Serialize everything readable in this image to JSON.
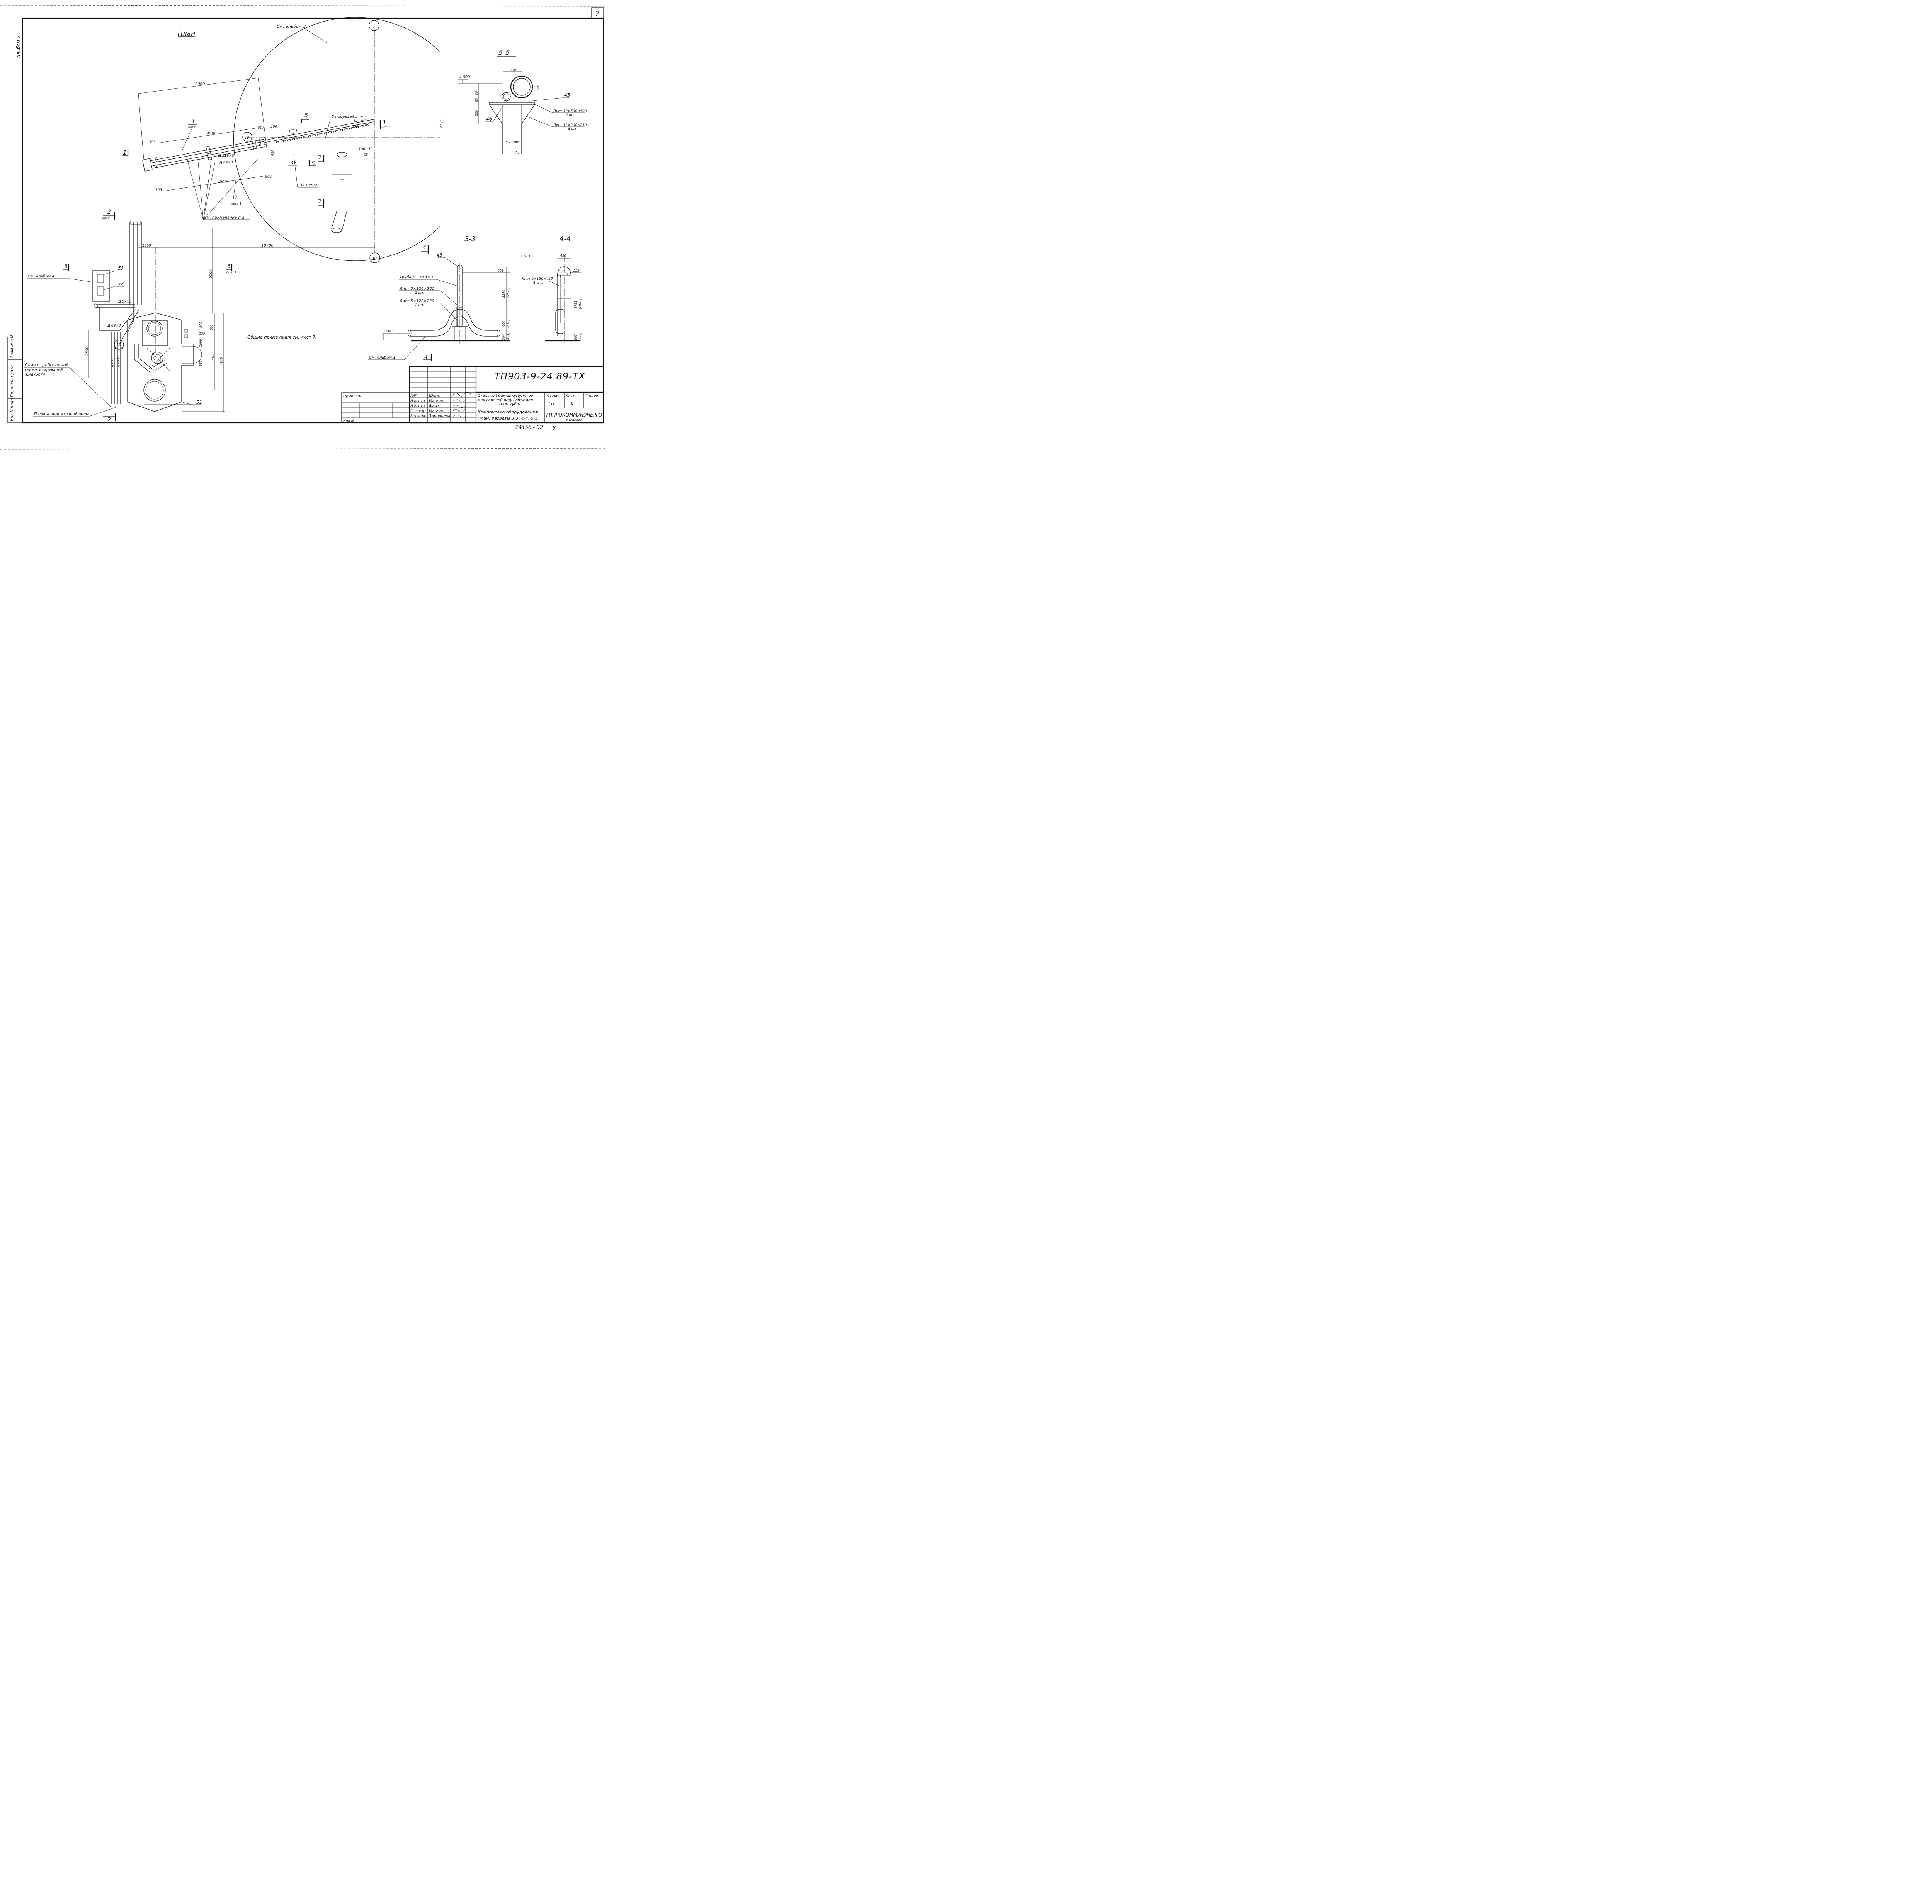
{
  "sheet": {
    "number": "7",
    "album_side": "Альбом 2",
    "colors": {
      "ink": "#111111",
      "paper": "#ffffff"
    }
  },
  "plan": {
    "title": "План",
    "see_album3": "См. альбом 3",
    "note_ref": "См. примечание п.2",
    "general_note": "Общие примечания см. лист 7.",
    "slots_label": "5 прорезей",
    "slits_label": "34 щели",
    "pipe_219": "Д 219×6",
    "pipe_89": "Д 89×3",
    "dims": {
      "d6000": "6000",
      "d4900a": "4900",
      "d4900b": "4900",
      "d593": "593",
      "d595": "595",
      "d507": "507",
      "d300": "300",
      "d505": "505",
      "d600": "600",
      "d450": "450",
      "d20": "20",
      "d800": "800",
      "d50": "50",
      "d100": "100",
      "d30": "30",
      "d15": "15"
    },
    "markers": {
      "m1_left": "1",
      "m1_right": "1",
      "m1_right_sheet": "лист 3",
      "m1_label": "1",
      "m1_sheet": "лист 1",
      "m2_label": "2",
      "m2_sheet": "лист 1",
      "m5a": "5",
      "m5b": "5",
      "m3a": "3",
      "m3b": "3",
      "m42": "42"
    },
    "axes": {
      "a1": "I",
      "a3": "III",
      "a4": "IV"
    }
  },
  "lower_plan": {
    "see_album4": "См. альбом 4",
    "drain_label_1": "Слив отработанной",
    "drain_label_2": "герметизирующей",
    "drain_label_3": "жидкости",
    "feed_label": "Подвод подпиточной воды",
    "pipe_57": "Д 57×3",
    "pipe_89a": "Д 89×3",
    "pipe_89b": "Д 89×3",
    "pipe_89c": "Д 89×3",
    "dims": {
      "d1050": "1050",
      "d10700": "10700",
      "d5000": "5000",
      "d2500": "2500",
      "d500": "500",
      "d250": "250",
      "d600": "600",
      "d1000": "1000",
      "d880": "880",
      "d2870": "2870",
      "d4840": "4840"
    },
    "markers": {
      "m2_top": "2",
      "m2_top_sheet": "лист 5",
      "m6_left": "6",
      "m6_right": "6",
      "m6_right_sheet": "лист 5",
      "m2_bottom": "2",
      "pos53": "53",
      "pos52": "52",
      "pos51": "51"
    }
  },
  "section_55": {
    "title": "5-5",
    "elev": "4.000",
    "d130": "130",
    "d100": "100",
    "d80": "80",
    "d65": "65",
    "d200": "200",
    "d60": "60",
    "pos45": "45",
    "pos46": "46",
    "plate1": "Лист 12×500×500",
    "plate1_qty": "2 шт.",
    "plate2": "Лист 12×200×230",
    "plate2_qty": "8 шт.",
    "pipe": "Д 219×6"
  },
  "section_33": {
    "title": "3-3",
    "pos43": "43",
    "pipe": "Труба Д 159×4.5",
    "plate1": "Лист 5×120×360",
    "plate1_qty": "2 шт.",
    "plate2": "Лист 5×120×230",
    "plate2_qty": "2 шт.",
    "elev0": "0.000",
    "see_album1": "См. альбом 1",
    "d225": "225",
    "d2290": "2290",
    "d2490": "(2490)",
    "d600": "600",
    "d410": "(410)",
    "d504": "504",
    "d454": "(454)",
    "m4_top": "4",
    "m4_bottom": "4"
  },
  "section_44": {
    "title": "4-4",
    "elev": "3.613",
    "d450": "450",
    "d225": "225",
    "d2791": "2791",
    "d2841": "(2841)",
    "d603": "603",
    "d553": "(553)",
    "plate": "Лист 5×150×450",
    "plate_qty": "4 шт."
  },
  "title_block": {
    "code": "ТП903-9-24.89-ТХ",
    "bound": "Привязан",
    "inv": "Инв.N",
    "roles": [
      "ГИП",
      "Н.контр.",
      "Нач.отд.",
      "Гл.спец.",
      "Вед.инж."
    ],
    "names": [
      "Шеин",
      "Манчар",
      "Фаит",
      "Манчар",
      "Зиновьева"
    ],
    "desc_1": "Стальной бак-аккумулятор",
    "desc_2": "для горячей воды объемом",
    "desc_3": "1000 куб.м",
    "sheet_title_1": "Компоновка оборудования.",
    "sheet_title_2": "План, разрезы 3-3; 4-4; 5-5",
    "stage_h": "Стадия",
    "sheet_h": "Лист",
    "sheets_h": "Листов",
    "stage": "РП",
    "sheet_no": "6",
    "org": "ГИПРОКОММУНЭНЕРГО",
    "city": "г.Москва",
    "archive": "24158 - 02",
    "archive_sheet": "8"
  },
  "margin": {
    "inv_orig": "Инв.N подл.",
    "sign_date": "Подпись и дата",
    "inv_swap": "Взам.инв.N"
  }
}
